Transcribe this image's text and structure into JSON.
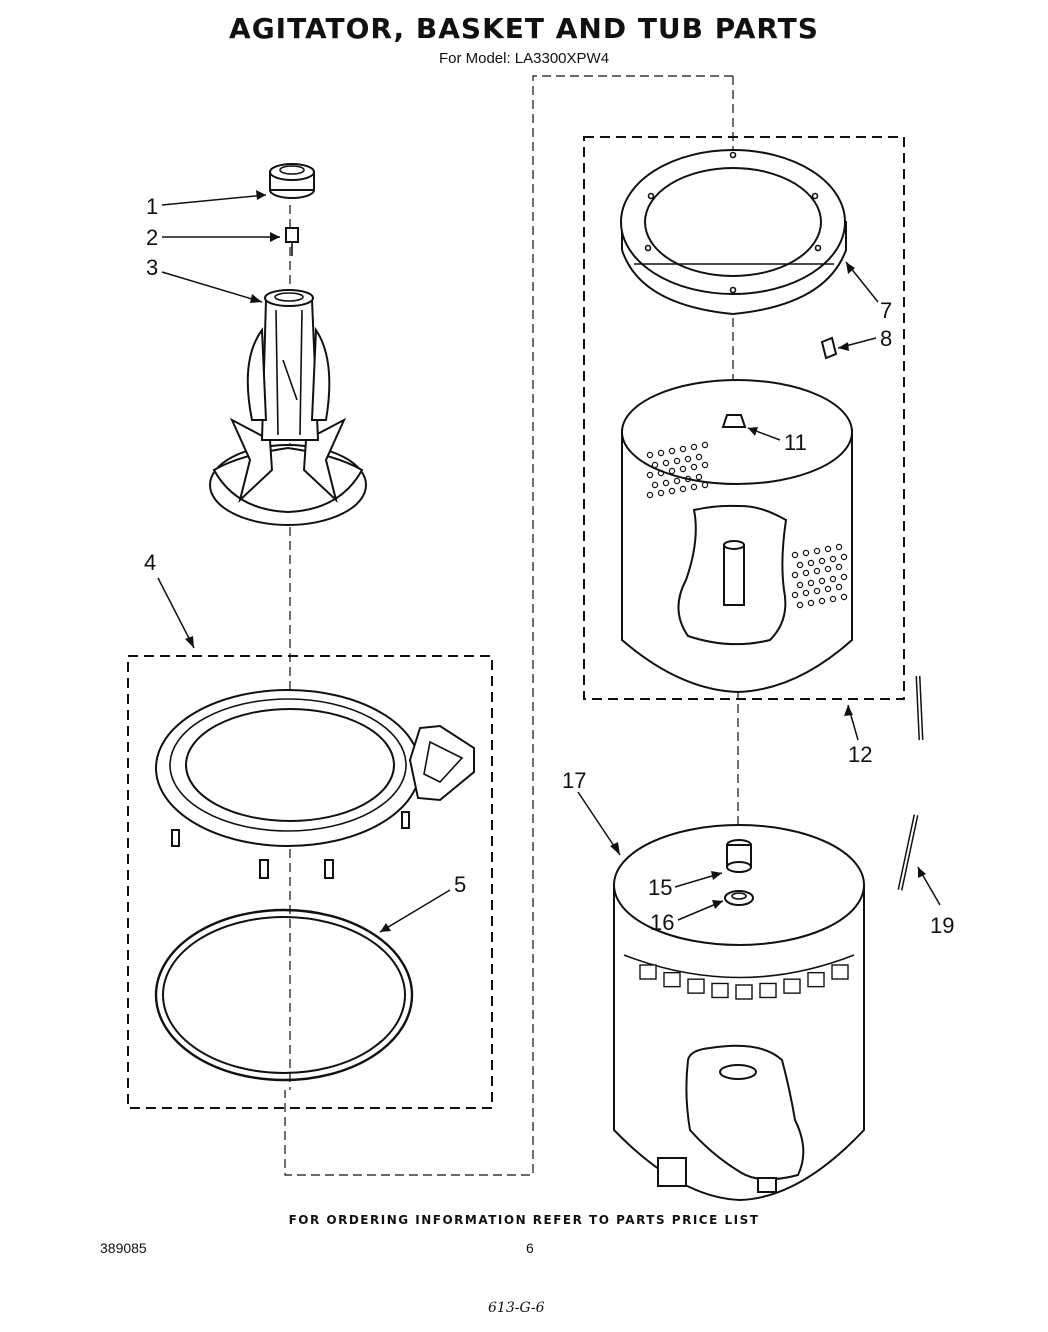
{
  "header": {
    "title": "AGITATOR, BASKET AND TUB PARTS",
    "model": "For Model: LA3300XPW4"
  },
  "callouts": [
    {
      "label": "1",
      "part": "agitator-cap"
    },
    {
      "label": "2",
      "part": "agitator-bolt"
    },
    {
      "label": "3",
      "part": "agitator"
    },
    {
      "label": "4",
      "part": "tub-ring-assembly"
    },
    {
      "label": "5",
      "part": "tub-ring-seal"
    },
    {
      "label": "7",
      "part": "balance-ring"
    },
    {
      "label": "8",
      "part": "balance-ring-clip"
    },
    {
      "label": "11",
      "part": "basket-nut"
    },
    {
      "label": "12",
      "part": "basket-assembly"
    },
    {
      "label": "15",
      "part": "drive-block"
    },
    {
      "label": "16",
      "part": "tub-seal"
    },
    {
      "label": "17",
      "part": "outer-tub"
    },
    {
      "label": "19",
      "part": "hose"
    }
  ],
  "footer": {
    "ordering_note": "FOR ORDERING INFORMATION REFER TO PARTS PRICE LIST",
    "doc_number": "389085",
    "page_number": "6",
    "handwritten": "613-G-6"
  }
}
